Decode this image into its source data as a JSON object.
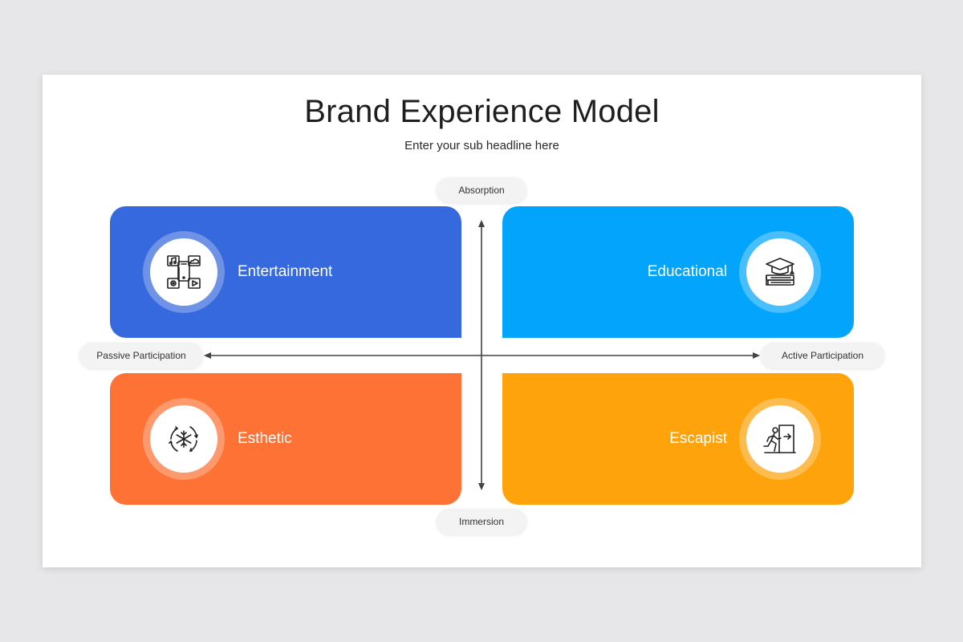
{
  "slide": {
    "title": "Brand Experience Model",
    "subtitle": "Enter your sub headline here"
  },
  "axes": {
    "top": "Absorption",
    "bottom": "Immersion",
    "left": "Passive Participation",
    "right": "Active Participation"
  },
  "quadrants": [
    {
      "label": "Entertainment",
      "color": "#3669dd",
      "icon": "entertainment-icon"
    },
    {
      "label": "Educational",
      "color": "#02a5fb",
      "icon": "graduation-cap-books-icon"
    },
    {
      "label": "Esthetic",
      "color": "#fe7235",
      "icon": "snowflake-cycle-icon"
    },
    {
      "label": "Escapist",
      "color": "#fea30b",
      "icon": "running-exit-icon"
    }
  ]
}
